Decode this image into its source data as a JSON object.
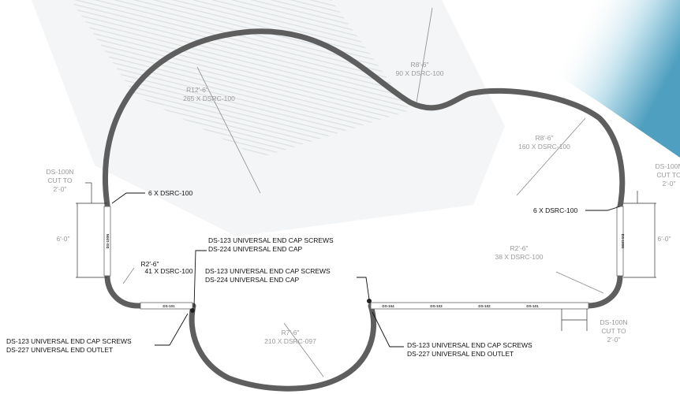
{
  "colors": {
    "rail": "#5e5e5e",
    "leader": "#777777",
    "water": "#5aa6c4",
    "paper": "#ffffff"
  },
  "labels": {
    "r_left_big": {
      "radius": "R12'-6\"",
      "count": "265 X DSRC-100"
    },
    "r_top_mid": {
      "radius": "R8'-6\"",
      "count": "90 X DSRC-100"
    },
    "r_right_top": {
      "radius": "R8'-6\"",
      "count": "160 X DSRC-100"
    },
    "r_left_corner": {
      "radius": "R2'-6\"",
      "count": "41 X DSRC-100"
    },
    "r_right_corner": {
      "radius": "R2'-6\"",
      "count": "38 X DSRC-100"
    },
    "r_bottom": {
      "radius": "R7'-6\"",
      "count": "210 X DSRC-097"
    },
    "straight_left": "6 X DSRC-100",
    "straight_right": "6 X DSRC-100",
    "ds100n_left": [
      "DS-100N",
      "CUT TO",
      "2'-0\""
    ],
    "ds100n_right": [
      "DS-100N",
      "CUT TO",
      "2'-0\""
    ],
    "ds100n_bottom": [
      "DS-100N",
      "CUT TO",
      "2'-0\""
    ],
    "dim_left": "6'-0\"",
    "dim_right": "6'-0\"",
    "endcap_a": [
      "DS-123  UNIVERSAL END CAP SCREWS",
      "DS-224  UNIVERSAL END CAP"
    ],
    "endcap_b": [
      "DS-123  UNIVERSAL END CAP SCREWS",
      "DS-224  UNIVERSAL END CAP"
    ],
    "outlet_left": [
      "DS-123  UNIVERSAL END CAP SCREWS",
      "DS-227  UNIVERSAL END OUTLET"
    ],
    "outlet_right": [
      "DS-123  UNIVERSAL END CAP SCREWS",
      "DS-227  UNIVERSAL END OUTLET"
    ]
  },
  "segments": {
    "left_bottom": [
      "DS-101"
    ],
    "right_bottom": [
      "DS-104",
      "DS-103",
      "DS-102",
      "DS-101"
    ],
    "left_side": "DS-100N",
    "right_side": "DS-100N"
  }
}
